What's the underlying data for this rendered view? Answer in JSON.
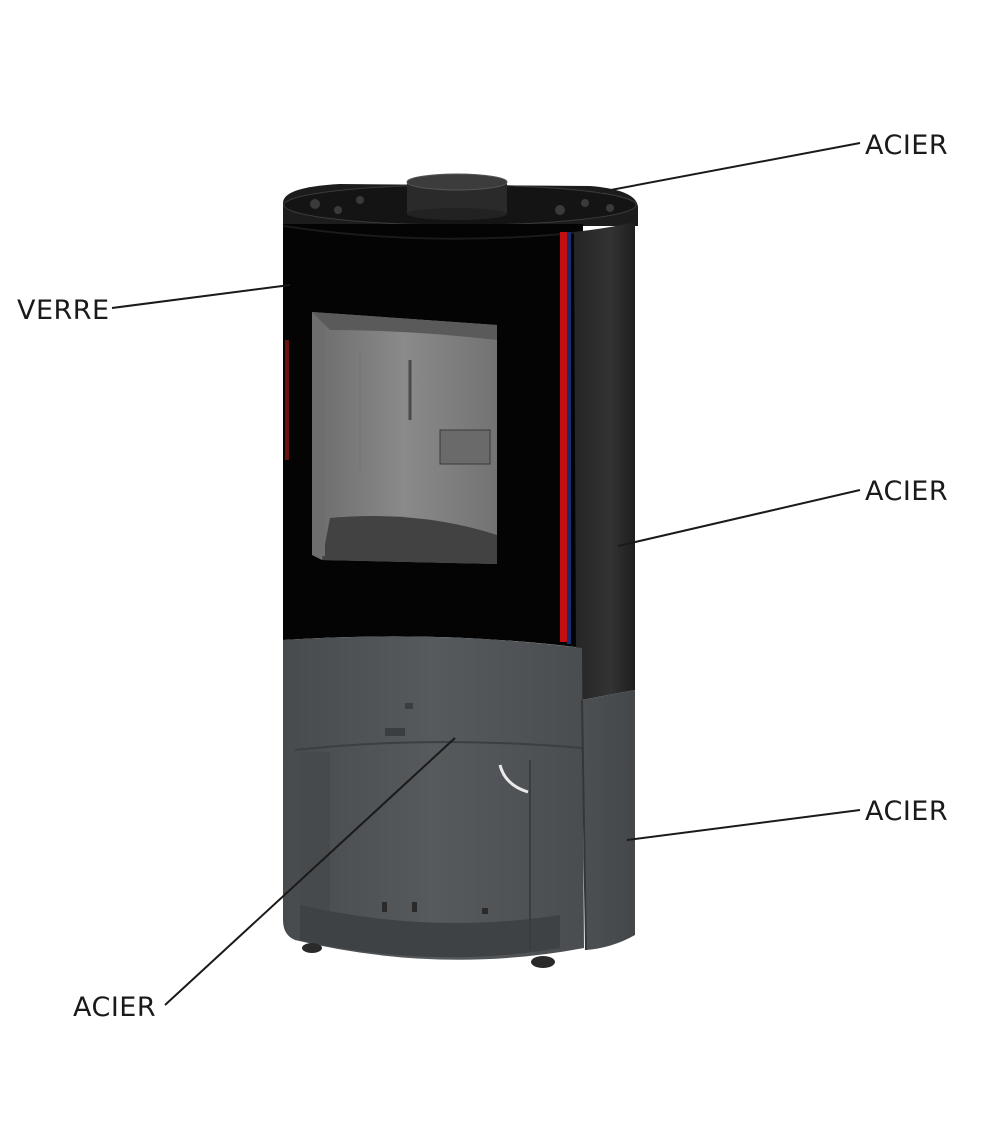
{
  "callouts": {
    "top_right": "ACIER",
    "glass_left": "VERRE",
    "middle_right": "ACIER",
    "lower_right": "ACIER",
    "bottom_left": "ACIER"
  },
  "colors": {
    "background": "#ffffff",
    "glass_black": "#040404",
    "side_panel": "#2e2e2e",
    "lower_steel": "#53575a",
    "firebox_grey": "#7c7c7c",
    "red_seal": "#c40f12",
    "blue_edge": "#1d2b6b",
    "leader_line": "#1a1a1a"
  }
}
